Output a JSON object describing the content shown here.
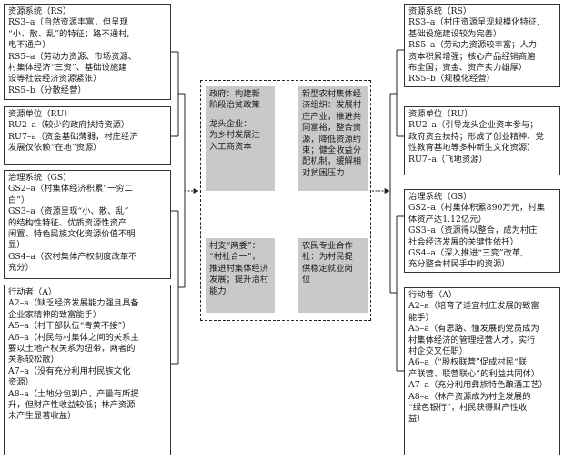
{
  "left": {
    "rs": {
      "title": "资源系统（RS）",
      "lines": [
        "RS3–a（自然资源丰富，但呈现",
        "“小、散、乱”的特征；路不通村,",
        "电不通户）",
        "RS5–a（劳动力资源、市场资源、",
        "村集体经济“三资”、基础设施建",
        "设等社会经济资源紧张）",
        "RS5–b（分散经营）"
      ]
    },
    "ru": {
      "title": "资源单位（RU）",
      "lines": [
        "RU2–a（较少的政府扶持资源）",
        "RU7–a（资金基础薄弱，村庄经济",
        "发展仅依赖“在地”资源）"
      ]
    },
    "gs": {
      "title": "治理系统（GS）",
      "lines": [
        "GS2–a（村集体经济积累“一穷二",
        "白”）",
        "GS3–a（资源呈现“小、散、乱”",
        "的结构性特征、优质资源性资产",
        "闲置、特色民族文化资源价值不明",
        "显）",
        "GS4–a（农村集体产权制度改革不",
        "充分）"
      ]
    },
    "a": {
      "title": "行动者（A）",
      "lines": [
        "A2–a（缺乏经济发展能力强且具备",
        "企业家精神的致富能手）",
        "A5–a（村干部队伍“青黄不接”）",
        "A6–a（村民与村集体之间的关系主",
        "要以土地产权关系为纽带，两者的",
        "关系较松散）",
        "A7–a（没有充分利用村民族文化",
        "资源）",
        "A8–a（土地分包到户，产量有所提",
        "升，但财产性收益较低；林产资源",
        "未产生显著收益）"
      ]
    }
  },
  "right": {
    "rs": {
      "title": "资源系统（RS）",
      "lines": [
        "RS3–a（村庄资源呈现规模化特征,",
        "基础设施建设较为完善）",
        "RS5–a（劳动力资源较丰富；人力",
        "资本积累增强；核心产品经销商遍",
        "布全国；资金、资产实力雄厚）",
        "RS5–b（规模化经营）"
      ]
    },
    "ru": {
      "title": "资源单位（RU）",
      "lines": [
        "RU2–a（引导龙头企业资本参与；",
        "政府资金扶持；形成了创业精神、党",
        "性教育基地等多种新生文化资源）",
        "RU7–a（飞地资源）"
      ]
    },
    "gs": {
      "title": "治理系统（GS）",
      "lines": [
        "GS2–a（村集体积累890万元，村集",
        "体资产达1.12亿元）",
        "GS3–a（资源得以整合，成为村庄",
        "社会经济发展的关键性依托）",
        "GS4–a（深入推进“三变”改革,",
        "充分整合村民手中的资源）"
      ]
    },
    "a": {
      "title": "行动者（A）",
      "lines": [
        "A2–a（培育了适宜村庄发展的致富",
        "能手）",
        "A5–a（有思路、懂发展的党员成为",
        "村集体经济的管理经营人才，实行",
        "村企交叉任职）",
        "A6–a（“股权联营”促成村民“联",
        "产联营、联营联心”的利益共同体）",
        "A7–a（充分利用彝族特色酿酒工艺）",
        "A8–a（林产资源成为村企发展的",
        "“绿色银行”，村民获得财产性收",
        "益）"
      ]
    }
  },
  "center": {
    "gov": [
      "政府：构建新",
      "阶段治贫政策",
      "",
      "龙头企业：",
      "为乡村发展注",
      "入工商资本"
    ],
    "coop": [
      "新型农村集体经",
      "济组织：发展村",
      "庄产业，推进共",
      "同富裕，整合资",
      "源，降低资源约",
      "束；健全收益分",
      "配机制，缓解相",
      "对贫困压力"
    ],
    "committee": [
      "村支“两委”：",
      "“村社合一”，",
      "推进村集体经济",
      "发展；提升治村",
      "能力"
    ],
    "farmers": [
      "农民专业合作",
      "社：为村民提",
      "供稳定就业岗",
      "位"
    ]
  }
}
